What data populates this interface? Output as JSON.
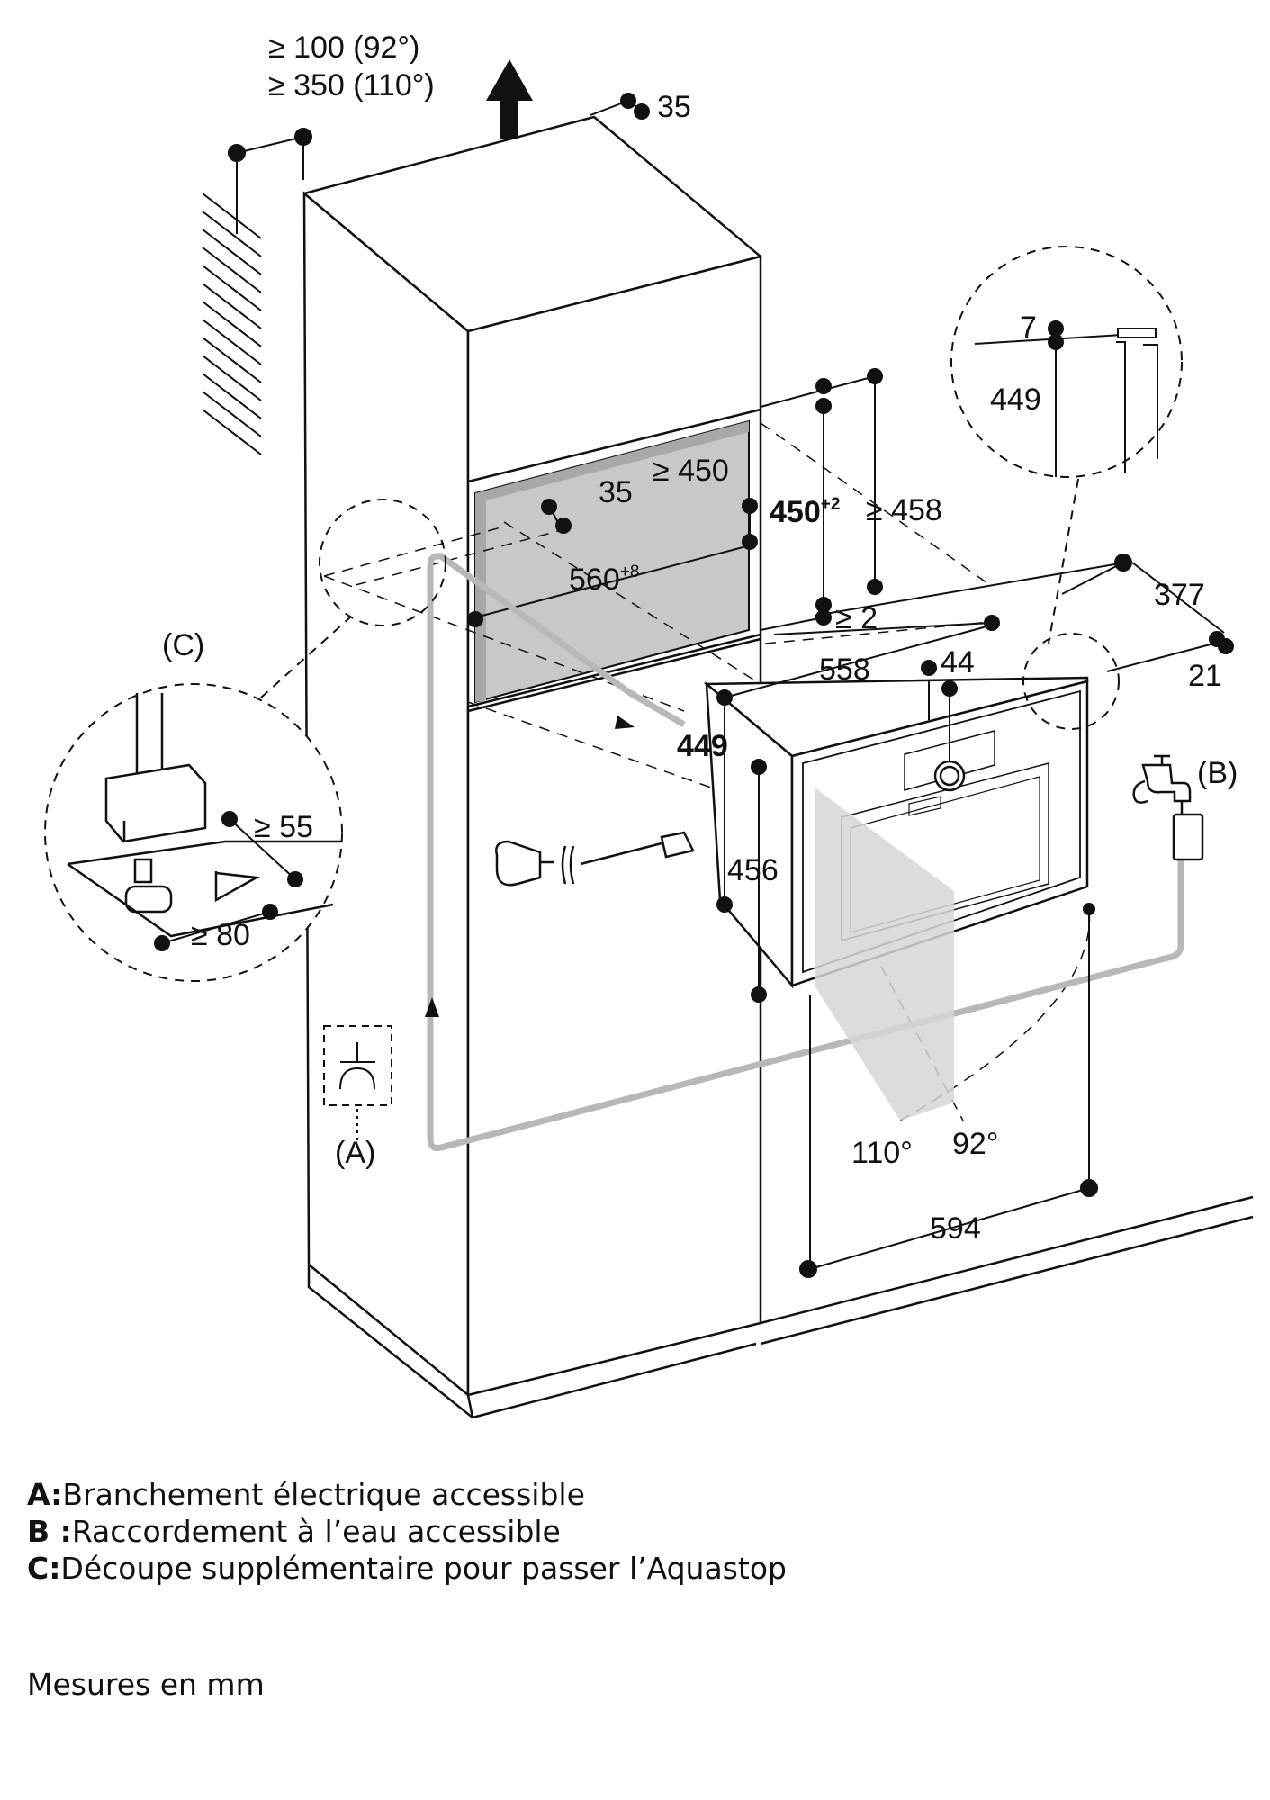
{
  "dimensions": {
    "top_clearance_92": "≥ 100 (92°)",
    "top_clearance_110": "≥ 350 (110°)",
    "top_depth": "35",
    "niche_inner_depth": "35",
    "niche_depth_min": "≥ 450",
    "niche_height": "450",
    "niche_height_tol": "+2",
    "niche_height_min": "≥ 458",
    "niche_width": "560",
    "niche_width_tol": "+8",
    "gap_min": "≥ 2",
    "depth_377": "377",
    "depth_21": "21",
    "device_width_558": "558",
    "device_44": "44",
    "device_height_449": "449",
    "device_height_456": "456",
    "device_width_594": "594",
    "angle_110": "110°",
    "angle_92": "92°",
    "zoom_7": "7",
    "zoom_449": "449",
    "detail_c_55": "≥ 55",
    "detail_c_80": "≥ 80"
  },
  "labels": {
    "callout_a": "(A)",
    "callout_b": "(B)",
    "callout_c": "(C)"
  },
  "legend": [
    {
      "key": "A:",
      "text": "Branchement électrique accessible"
    },
    {
      "key": "B :",
      "text": "Raccordement à l’eau accessible"
    },
    {
      "key": "C:",
      "text": "Découpe supplémentaire pour passer l’Aquastop"
    }
  ],
  "units_note": "Mesures en mm"
}
